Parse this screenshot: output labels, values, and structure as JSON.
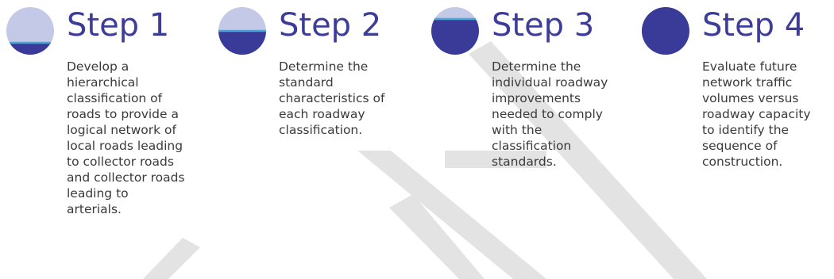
{
  "colors": {
    "circle_light": "#c5c9e8",
    "circle_dark": "#3a3a98",
    "circle_rim": "#4aa6d8",
    "title": "#3d3d99",
    "body_text": "#3a3a3a",
    "watermark": "#e3e3e3"
  },
  "steps": [
    {
      "title": "Step 1",
      "description": "Develop a hierarchical classification of roads to provide a logical network of local roads leading to collector roads and collector roads leading to arterials.",
      "fill_level": 0.25
    },
    {
      "title": "Step 2",
      "description": "Determine the standard characteristics of each roadway classification.",
      "fill_level": 0.5
    },
    {
      "title": "Step 3",
      "description": "Determine the individual roadway improvements needed to comply with the classification standards.",
      "fill_level": 0.75
    },
    {
      "title": "Step 4",
      "description": "Evaluate future network traffic volumes versus roadway capacity to identify the sequence of construction.",
      "fill_level": 1.0
    }
  ]
}
